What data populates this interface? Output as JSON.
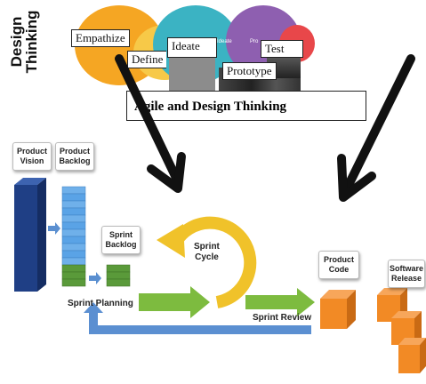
{
  "design_thinking": {
    "title_line1": "Design",
    "title_line2": "Thinking",
    "stage_labels": {
      "empathize": "Empathize",
      "define": "Define",
      "ideate": "Ideate",
      "prototype": "Prototype",
      "test": "Test"
    },
    "bubble_text_ideate": "Ideate",
    "bubble_text_prototype": "Pro",
    "colors": {
      "empathize": "#f5a623",
      "define": "#f7c948",
      "ideate": "#3bb3c3",
      "prototype": "#8e5fb0",
      "test": "#e8474a"
    }
  },
  "banner": {
    "text": "Agile and Design Thinking"
  },
  "agile": {
    "product_vision": "Product\nVision",
    "product_backlog": "Product\nBacklog",
    "sprint_backlog": "Sprint\nBacklog",
    "sprint_cycle": "Sprint\nCycle",
    "product_code": "Product\nCode",
    "software_release": "Software\nRelease",
    "sprint_planning": "Sprint Planning",
    "sprint_review": "Sprint Review",
    "colors": {
      "vision_bar": "#1f3f85",
      "backlog_blue": "#5aa3e6",
      "backlog_green": "#5a9a3a",
      "arrow_green": "#7dbb3f",
      "arrow_blue": "#5b8fd1",
      "cycle_yellow": "#f0c22a",
      "orange": "#f28a25"
    }
  }
}
